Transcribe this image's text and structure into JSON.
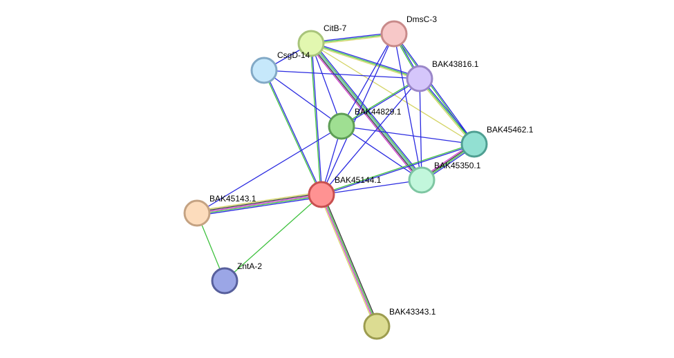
{
  "network": {
    "node_order": [
      "CitB-7",
      "DmsC-3",
      "CsgD-14",
      "BAK43816.1",
      "BAK44829.1",
      "BAK45462.1",
      "BAK45350.1",
      "BAK45144.1",
      "BAK45143.1",
      "ZntA-2",
      "BAK43343.1"
    ],
    "nodes": {
      "CitB-7": {
        "label": "CitB-7",
        "fill": "#e2f7b0",
        "stroke": "#a8c47a"
      },
      "DmsC-3": {
        "label": "DmsC-3",
        "fill": "#f7c8c8",
        "stroke": "#c88a8a"
      },
      "CsgD-14": {
        "label": "CsgD-14",
        "fill": "#c6e8fb",
        "stroke": "#82a9c6"
      },
      "BAK43816.1": {
        "label": "BAK43816.1",
        "fill": "#d5c6fb",
        "stroke": "#9a86c8"
      },
      "BAK44829.1": {
        "label": "BAK44829.1",
        "fill": "#9fdf92",
        "stroke": "#5e9e55"
      },
      "BAK45462.1": {
        "label": "BAK45462.1",
        "fill": "#92e0d2",
        "stroke": "#4f9f92"
      },
      "BAK45350.1": {
        "label": "BAK45350.1",
        "fill": "#c2f7dc",
        "stroke": "#7ec6a2"
      },
      "BAK45144.1": {
        "label": "BAK45144.1",
        "fill": "#ff9292",
        "stroke": "#c84f4f"
      },
      "BAK45143.1": {
        "label": "BAK45143.1",
        "fill": "#fcdcbc",
        "stroke": "#c4a282"
      },
      "ZntA-2": {
        "label": "ZntA-2",
        "fill": "#9ba6e6",
        "stroke": "#575f9c"
      },
      "BAK43343.1": {
        "label": "BAK43343.1",
        "fill": "#dcdc92",
        "stroke": "#9c9c4f"
      }
    },
    "edge_colors": {
      "blue": "#2929e0",
      "green": "#3ec13e",
      "yellow": "#d4d466",
      "magenta": "#cc33cc",
      "black": "#333333",
      "cyan": "#5fb3b3"
    },
    "edges": [
      {
        "source": "CitB-7",
        "target": "DmsC-3",
        "colors": [
          "blue",
          "green",
          "yellow"
        ]
      },
      {
        "source": "CitB-7",
        "target": "CsgD-14",
        "colors": [
          "blue"
        ]
      },
      {
        "source": "CitB-7",
        "target": "BAK43816.1",
        "colors": [
          "blue",
          "green",
          "yellow"
        ]
      },
      {
        "source": "CitB-7",
        "target": "BAK44829.1",
        "colors": [
          "blue"
        ]
      },
      {
        "source": "CitB-7",
        "target": "BAK45462.1",
        "colors": [
          "yellow"
        ]
      },
      {
        "source": "CitB-7",
        "target": "BAK45350.1",
        "colors": [
          "blue",
          "green",
          "cyan",
          "black",
          "magenta"
        ]
      },
      {
        "source": "CitB-7",
        "target": "BAK45144.1",
        "colors": [
          "blue",
          "green"
        ]
      },
      {
        "source": "DmsC-3",
        "target": "BAK43816.1",
        "colors": [
          "blue",
          "green"
        ]
      },
      {
        "source": "DmsC-3",
        "target": "BAK44829.1",
        "colors": [
          "blue"
        ]
      },
      {
        "source": "DmsC-3",
        "target": "BAK45462.1",
        "colors": [
          "blue",
          "green"
        ]
      },
      {
        "source": "DmsC-3",
        "target": "BAK45350.1",
        "colors": [
          "blue"
        ]
      },
      {
        "source": "DmsC-3",
        "target": "BAK45144.1",
        "colors": [
          "blue"
        ]
      },
      {
        "source": "CsgD-14",
        "target": "BAK43816.1",
        "colors": [
          "blue"
        ]
      },
      {
        "source": "CsgD-14",
        "target": "BAK44829.1",
        "colors": [
          "blue"
        ]
      },
      {
        "source": "CsgD-14",
        "target": "BAK45144.1",
        "colors": [
          "blue",
          "green"
        ]
      },
      {
        "source": "BAK43816.1",
        "target": "BAK44829.1",
        "colors": [
          "blue",
          "green"
        ]
      },
      {
        "source": "BAK43816.1",
        "target": "BAK45462.1",
        "colors": [
          "blue",
          "green",
          "yellow"
        ]
      },
      {
        "source": "BAK43816.1",
        "target": "BAK45350.1",
        "colors": [
          "blue"
        ]
      },
      {
        "source": "BAK43816.1",
        "target": "BAK45144.1",
        "colors": [
          "blue"
        ]
      },
      {
        "source": "BAK44829.1",
        "target": "BAK45462.1",
        "colors": [
          "blue"
        ]
      },
      {
        "source": "BAK44829.1",
        "target": "BAK45350.1",
        "colors": [
          "blue"
        ]
      },
      {
        "source": "BAK44829.1",
        "target": "BAK45144.1",
        "colors": [
          "blue"
        ]
      },
      {
        "source": "BAK44829.1",
        "target": "BAK45143.1",
        "colors": [
          "blue"
        ]
      },
      {
        "source": "BAK45462.1",
        "target": "BAK45350.1",
        "colors": [
          "blue",
          "green",
          "black",
          "magenta"
        ]
      },
      {
        "source": "BAK45462.1",
        "target": "BAK45144.1",
        "colors": [
          "blue",
          "green"
        ]
      },
      {
        "source": "BAK45350.1",
        "target": "BAK45144.1",
        "colors": [
          "blue"
        ]
      },
      {
        "source": "BAK45144.1",
        "target": "BAK45143.1",
        "colors": [
          "blue",
          "green",
          "magenta",
          "black",
          "yellow"
        ]
      },
      {
        "source": "BAK45144.1",
        "target": "ZntA-2",
        "colors": [
          "green"
        ]
      },
      {
        "source": "BAK45144.1",
        "target": "BAK43343.1",
        "colors": [
          "black",
          "green",
          "magenta",
          "yellow"
        ]
      },
      {
        "source": "BAK45143.1",
        "target": "ZntA-2",
        "colors": [
          "green"
        ]
      }
    ]
  }
}
